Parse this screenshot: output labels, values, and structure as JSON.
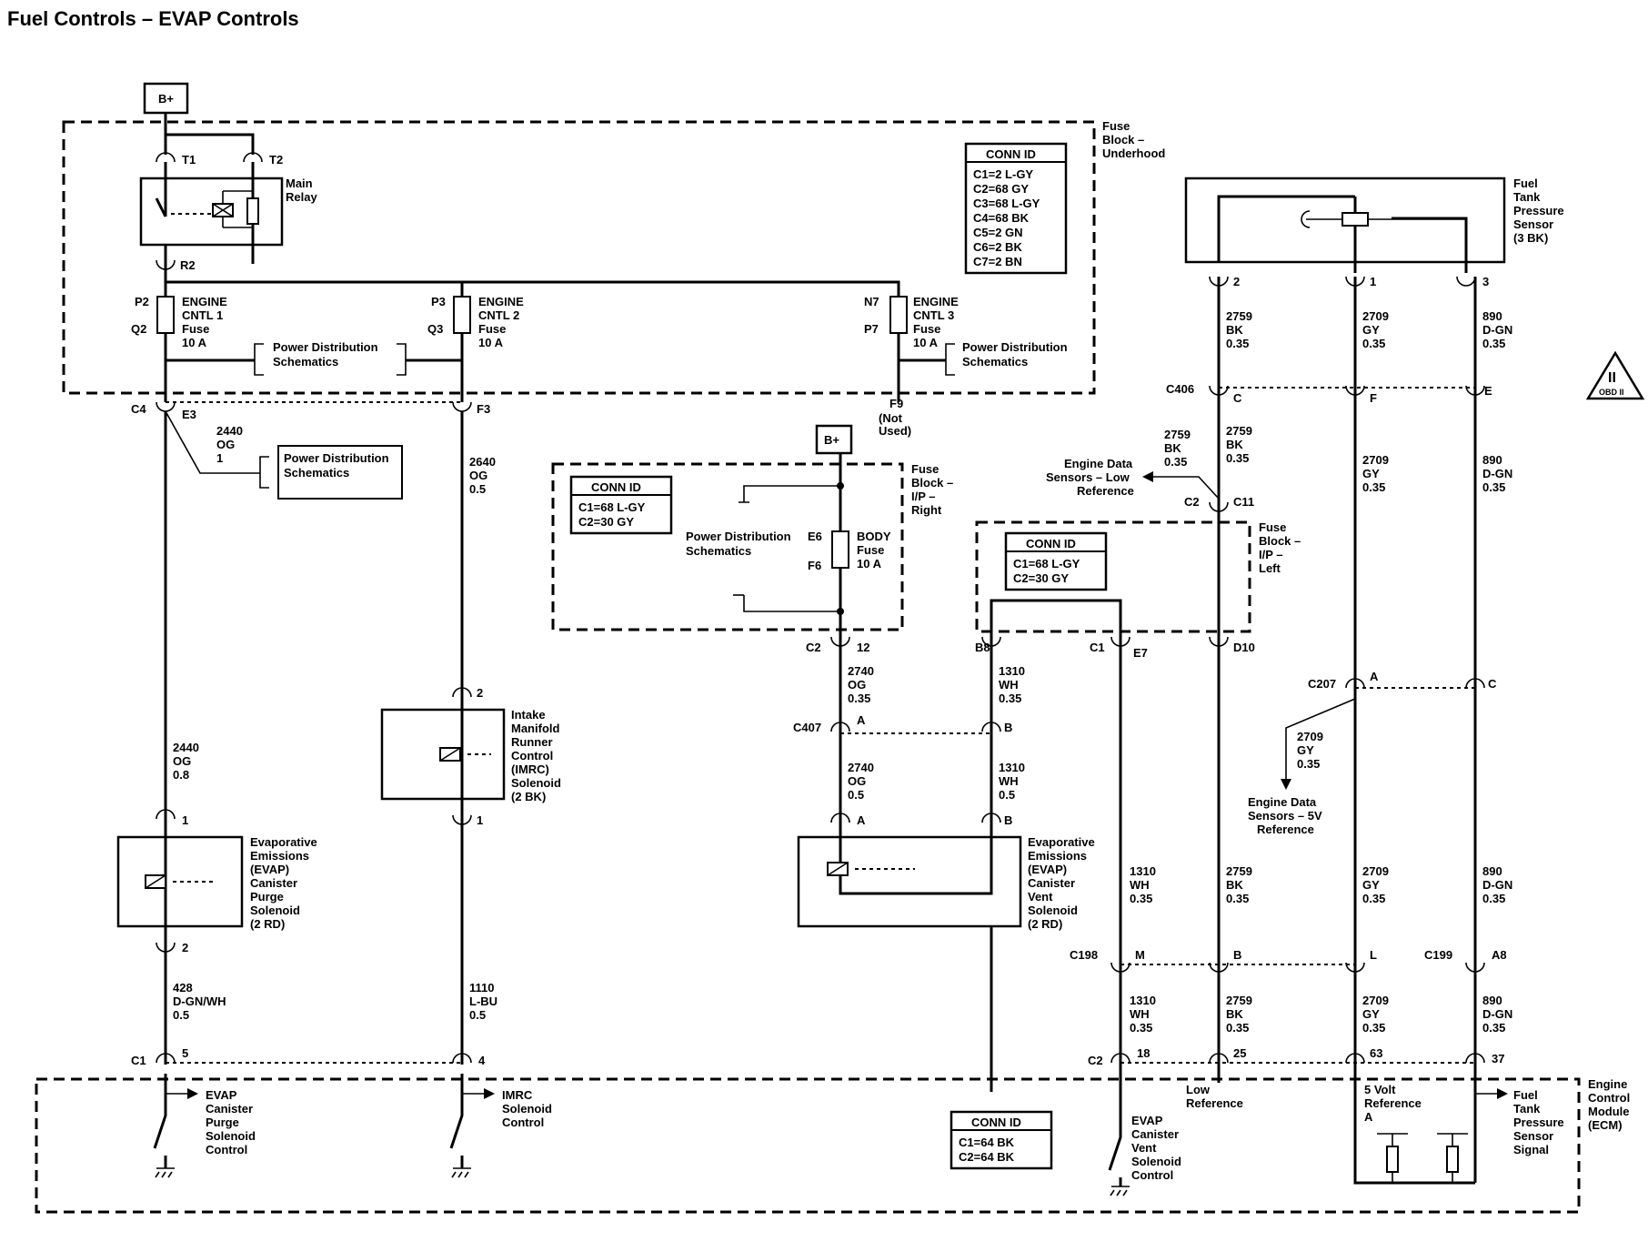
{
  "title": "Fuel Controls – EVAP Controls",
  "battery_label": "B+",
  "obd_label": "OBD II",
  "obd_mark": "II",
  "fuse_block_underhood": {
    "label": [
      "Fuse",
      "Block –",
      "Underhood"
    ],
    "conn_id": {
      "title": "CONN ID",
      "rows": [
        "C1=2 L-GY",
        "C2=68 GY",
        "C3=68 L-GY",
        "C4=68 BK",
        "C5=2 GN",
        "C6=2 BK",
        "C7=2 BN"
      ]
    }
  },
  "main_relay": {
    "label": [
      "Main",
      "Relay"
    ],
    "pins": [
      "T1",
      "T2",
      "R2"
    ]
  },
  "fuses": [
    {
      "pins": [
        "P2",
        "Q2"
      ],
      "label": [
        "ENGINE",
        "CNTL 1",
        "Fuse",
        "10 A"
      ]
    },
    {
      "pins": [
        "P3",
        "Q3"
      ],
      "label": [
        "ENGINE",
        "CNTL 2",
        "Fuse",
        "10 A"
      ]
    },
    {
      "pins": [
        "N7",
        "P7"
      ],
      "label": [
        "ENGINE",
        "CNTL 3",
        "Fuse",
        "10 A"
      ]
    },
    {
      "pins": [
        "E6",
        "F6"
      ],
      "label": [
        "BODY",
        "Fuse",
        "10 A"
      ]
    }
  ],
  "pds": [
    "Power Distribution",
    "Schematics"
  ],
  "connectors": {
    "c4": "C4",
    "e3": "E3",
    "f3": "F3",
    "f9": "F9",
    "not_used": [
      "(Not",
      "Used)"
    ],
    "c406": "C406",
    "c406_pins": [
      "C",
      "F",
      "E"
    ],
    "c2": "C2",
    "c11": "C11",
    "c2_ip": "C2",
    "pin12": "12",
    "b8": "B8",
    "c1_e7": "C1",
    "e7": "E7",
    "d10": "D10",
    "c407": "C407",
    "c407_pins": [
      "A",
      "B"
    ],
    "c207": "C207",
    "c207_pins": [
      "A",
      "C"
    ],
    "c198": "C198",
    "c198_pins": [
      "M",
      "B",
      "L"
    ],
    "c199": "C199",
    "a8": "A8",
    "c1_ecm": "C1",
    "c1_pins": [
      "5",
      "4"
    ],
    "c2_ecm": "C2",
    "c2_pins": [
      "18",
      "25",
      "63",
      "37"
    ]
  },
  "wires": {
    "w2440a": [
      "2440",
      "OG",
      "1"
    ],
    "w2640": [
      "2640",
      "OG",
      "0.5"
    ],
    "w2440b": [
      "2440",
      "OG",
      "0.8"
    ],
    "w428": [
      "428",
      "D-GN/WH",
      "0.5"
    ],
    "w1110": [
      "1110",
      "L-BU",
      "0.5"
    ],
    "w2759_top": [
      "2759",
      "BK",
      "0.35"
    ],
    "w2709_top": [
      "2709",
      "GY",
      "0.35"
    ],
    "w890_top": [
      "890",
      "D-GN",
      "0.35"
    ],
    "w2759_side": [
      "2759",
      "BK",
      "0.35"
    ],
    "w2759_mid": [
      "2759",
      "BK",
      "0.35"
    ],
    "w2709_mid": [
      "2709",
      "GY",
      "0.35"
    ],
    "w890_mid": [
      "890",
      "D-GN",
      "0.35"
    ],
    "w2740a": [
      "2740",
      "OG",
      "0.35"
    ],
    "w1310a": [
      "1310",
      "WH",
      "0.35"
    ],
    "w2740b": [
      "2740",
      "OG",
      "0.5"
    ],
    "w1310b": [
      "1310",
      "WH",
      "0.5"
    ],
    "w2709_branch": [
      "2709",
      "GY",
      "0.35"
    ],
    "w1310c": [
      "1310",
      "WH",
      "0.35"
    ],
    "w2759_low": [
      "2759",
      "BK",
      "0.35"
    ],
    "w2709_low": [
      "2709",
      "GY",
      "0.35"
    ],
    "w890_low": [
      "890",
      "D-GN",
      "0.35"
    ],
    "w1310d": [
      "1310",
      "WH",
      "0.35"
    ],
    "w2759_bot": [
      "2759",
      "BK",
      "0.35"
    ],
    "w2709_bot": [
      "2709",
      "GY",
      "0.35"
    ],
    "w890_bot": [
      "890",
      "D-GN",
      "0.35"
    ]
  },
  "fuse_block_ip_right": {
    "label": [
      "Fuse",
      "Block –",
      "I/P –",
      "Right"
    ],
    "conn_id": {
      "title": "CONN ID",
      "rows": [
        "C1=68 L-GY",
        "C2=30 GY"
      ]
    }
  },
  "fuse_block_ip_left": {
    "label": [
      "Fuse",
      "Block –",
      "I/P –",
      "Left"
    ],
    "conn_id": {
      "title": "CONN ID",
      "rows": [
        "C1=68 L-GY",
        "C2=30 GY"
      ]
    }
  },
  "fuel_tank_sensor": {
    "label": [
      "Fuel",
      "Tank",
      "Pressure",
      "Sensor",
      "(3 BK)"
    ],
    "pins": [
      "2",
      "1",
      "3"
    ]
  },
  "engine_data_low": [
    "Engine Data",
    "Sensors – Low",
    "Reference"
  ],
  "engine_data_5v": [
    "Engine Data",
    "Sensors – 5V",
    "Reference"
  ],
  "imrc_solenoid": {
    "label": [
      "Intake",
      "Manifold",
      "Runner",
      "Control",
      "(IMRC)",
      "Solenoid",
      "(2 BK)"
    ],
    "pins": [
      "2",
      "1"
    ]
  },
  "purge_solenoid": {
    "label": [
      "Evaporative",
      "Emissions",
      "(EVAP)",
      "Canister",
      "Purge",
      "Solenoid",
      "(2 RD)"
    ],
    "pins": [
      "1",
      "2"
    ]
  },
  "vent_solenoid": {
    "label": [
      "Evaporative",
      "Emissions",
      "(EVAP)",
      "Canister",
      "Vent",
      "Solenoid",
      "(2 RD)"
    ],
    "pins": [
      "A",
      "B"
    ]
  },
  "ecm": {
    "label": [
      "Engine",
      "Control",
      "Module",
      "(ECM)"
    ],
    "conn_id": {
      "title": "CONN ID",
      "rows": [
        "C1=64 BK",
        "C2=64 BK"
      ]
    },
    "evap_purge": [
      "EVAP",
      "Canister",
      "Purge",
      "Solenoid",
      "Control"
    ],
    "imrc": [
      "IMRC",
      "Solenoid",
      "Control"
    ],
    "evap_vent": [
      "EVAP",
      "Canister",
      "Vent",
      "Solenoid",
      "Control"
    ],
    "low_ref": [
      "Low",
      "Reference"
    ],
    "five_volt": [
      "5 Volt",
      "Reference",
      "A"
    ],
    "ftp_signal": [
      "Fuel",
      "Tank",
      "Pressure",
      "Sensor",
      "Signal"
    ]
  }
}
